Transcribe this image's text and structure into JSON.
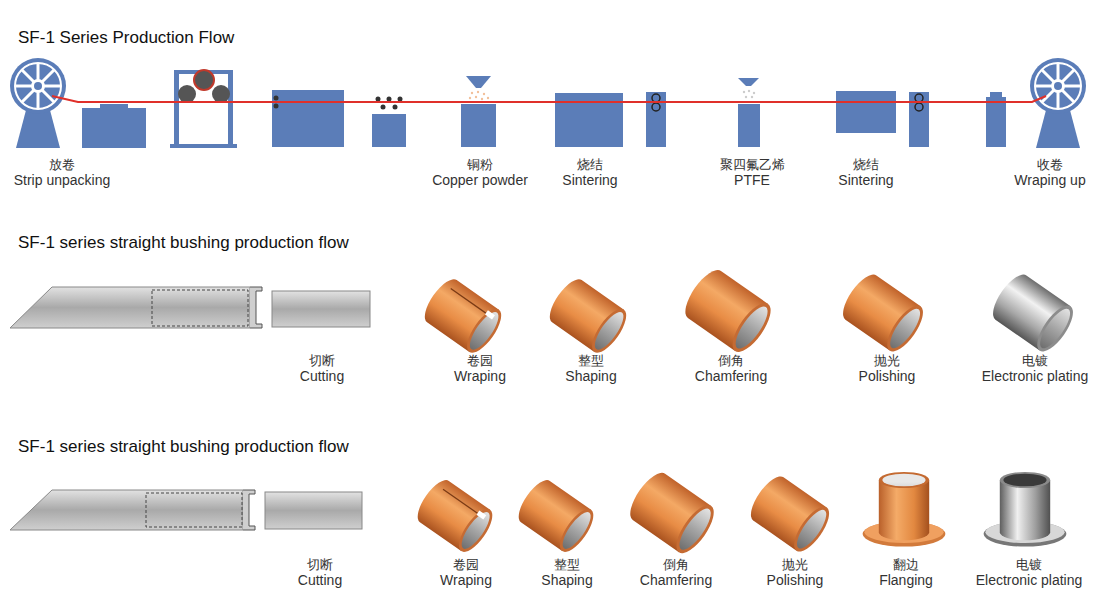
{
  "diagram": {
    "title": "SF-1 Series Production Flow",
    "nodes": [
      {
        "text": [
          "放卷",
          "Strip unpacking"
        ]
      },
      {
        "text": [
          "铜粉",
          "Copper powder"
        ]
      },
      {
        "text": [
          "烧结",
          "Sintering"
        ]
      },
      {
        "text": [
          "聚四氟乙烯",
          "PTFE"
        ]
      },
      {
        "text": [
          "烧结",
          "Sintering"
        ]
      },
      {
        "text": [
          "收卷",
          "Wraping up"
        ]
      },
      {
        "text": [
          "切断",
          "Cutting"
        ]
      },
      {
        "text": [
          "卷园",
          "Wraping"
        ]
      },
      {
        "text": [
          "整型",
          "Shaping"
        ]
      },
      {
        "text": [
          "倒角",
          "Chamfering"
        ]
      },
      {
        "text": [
          "抛光",
          "Polishing"
        ]
      },
      {
        "text": [
          "电镀",
          "Electronic plating"
        ]
      },
      {
        "text": [
          "切断",
          "Cutting"
        ]
      },
      {
        "text": [
          "卷园",
          "Wraping"
        ]
      },
      {
        "text": [
          "整型",
          "Shaping"
        ]
      },
      {
        "text": [
          "倒角",
          "Chamfering"
        ]
      },
      {
        "text": [
          "抛光",
          "Polishing"
        ]
      },
      {
        "text": [
          "翻边",
          "Flanging"
        ]
      },
      {
        "text": [
          "电镀",
          "Electronic plating"
        ]
      }
    ],
    "labels": [
      "SF-1 series straight bushing production flow",
      "SF-1 series straight bushing production flow"
    ]
  }
}
